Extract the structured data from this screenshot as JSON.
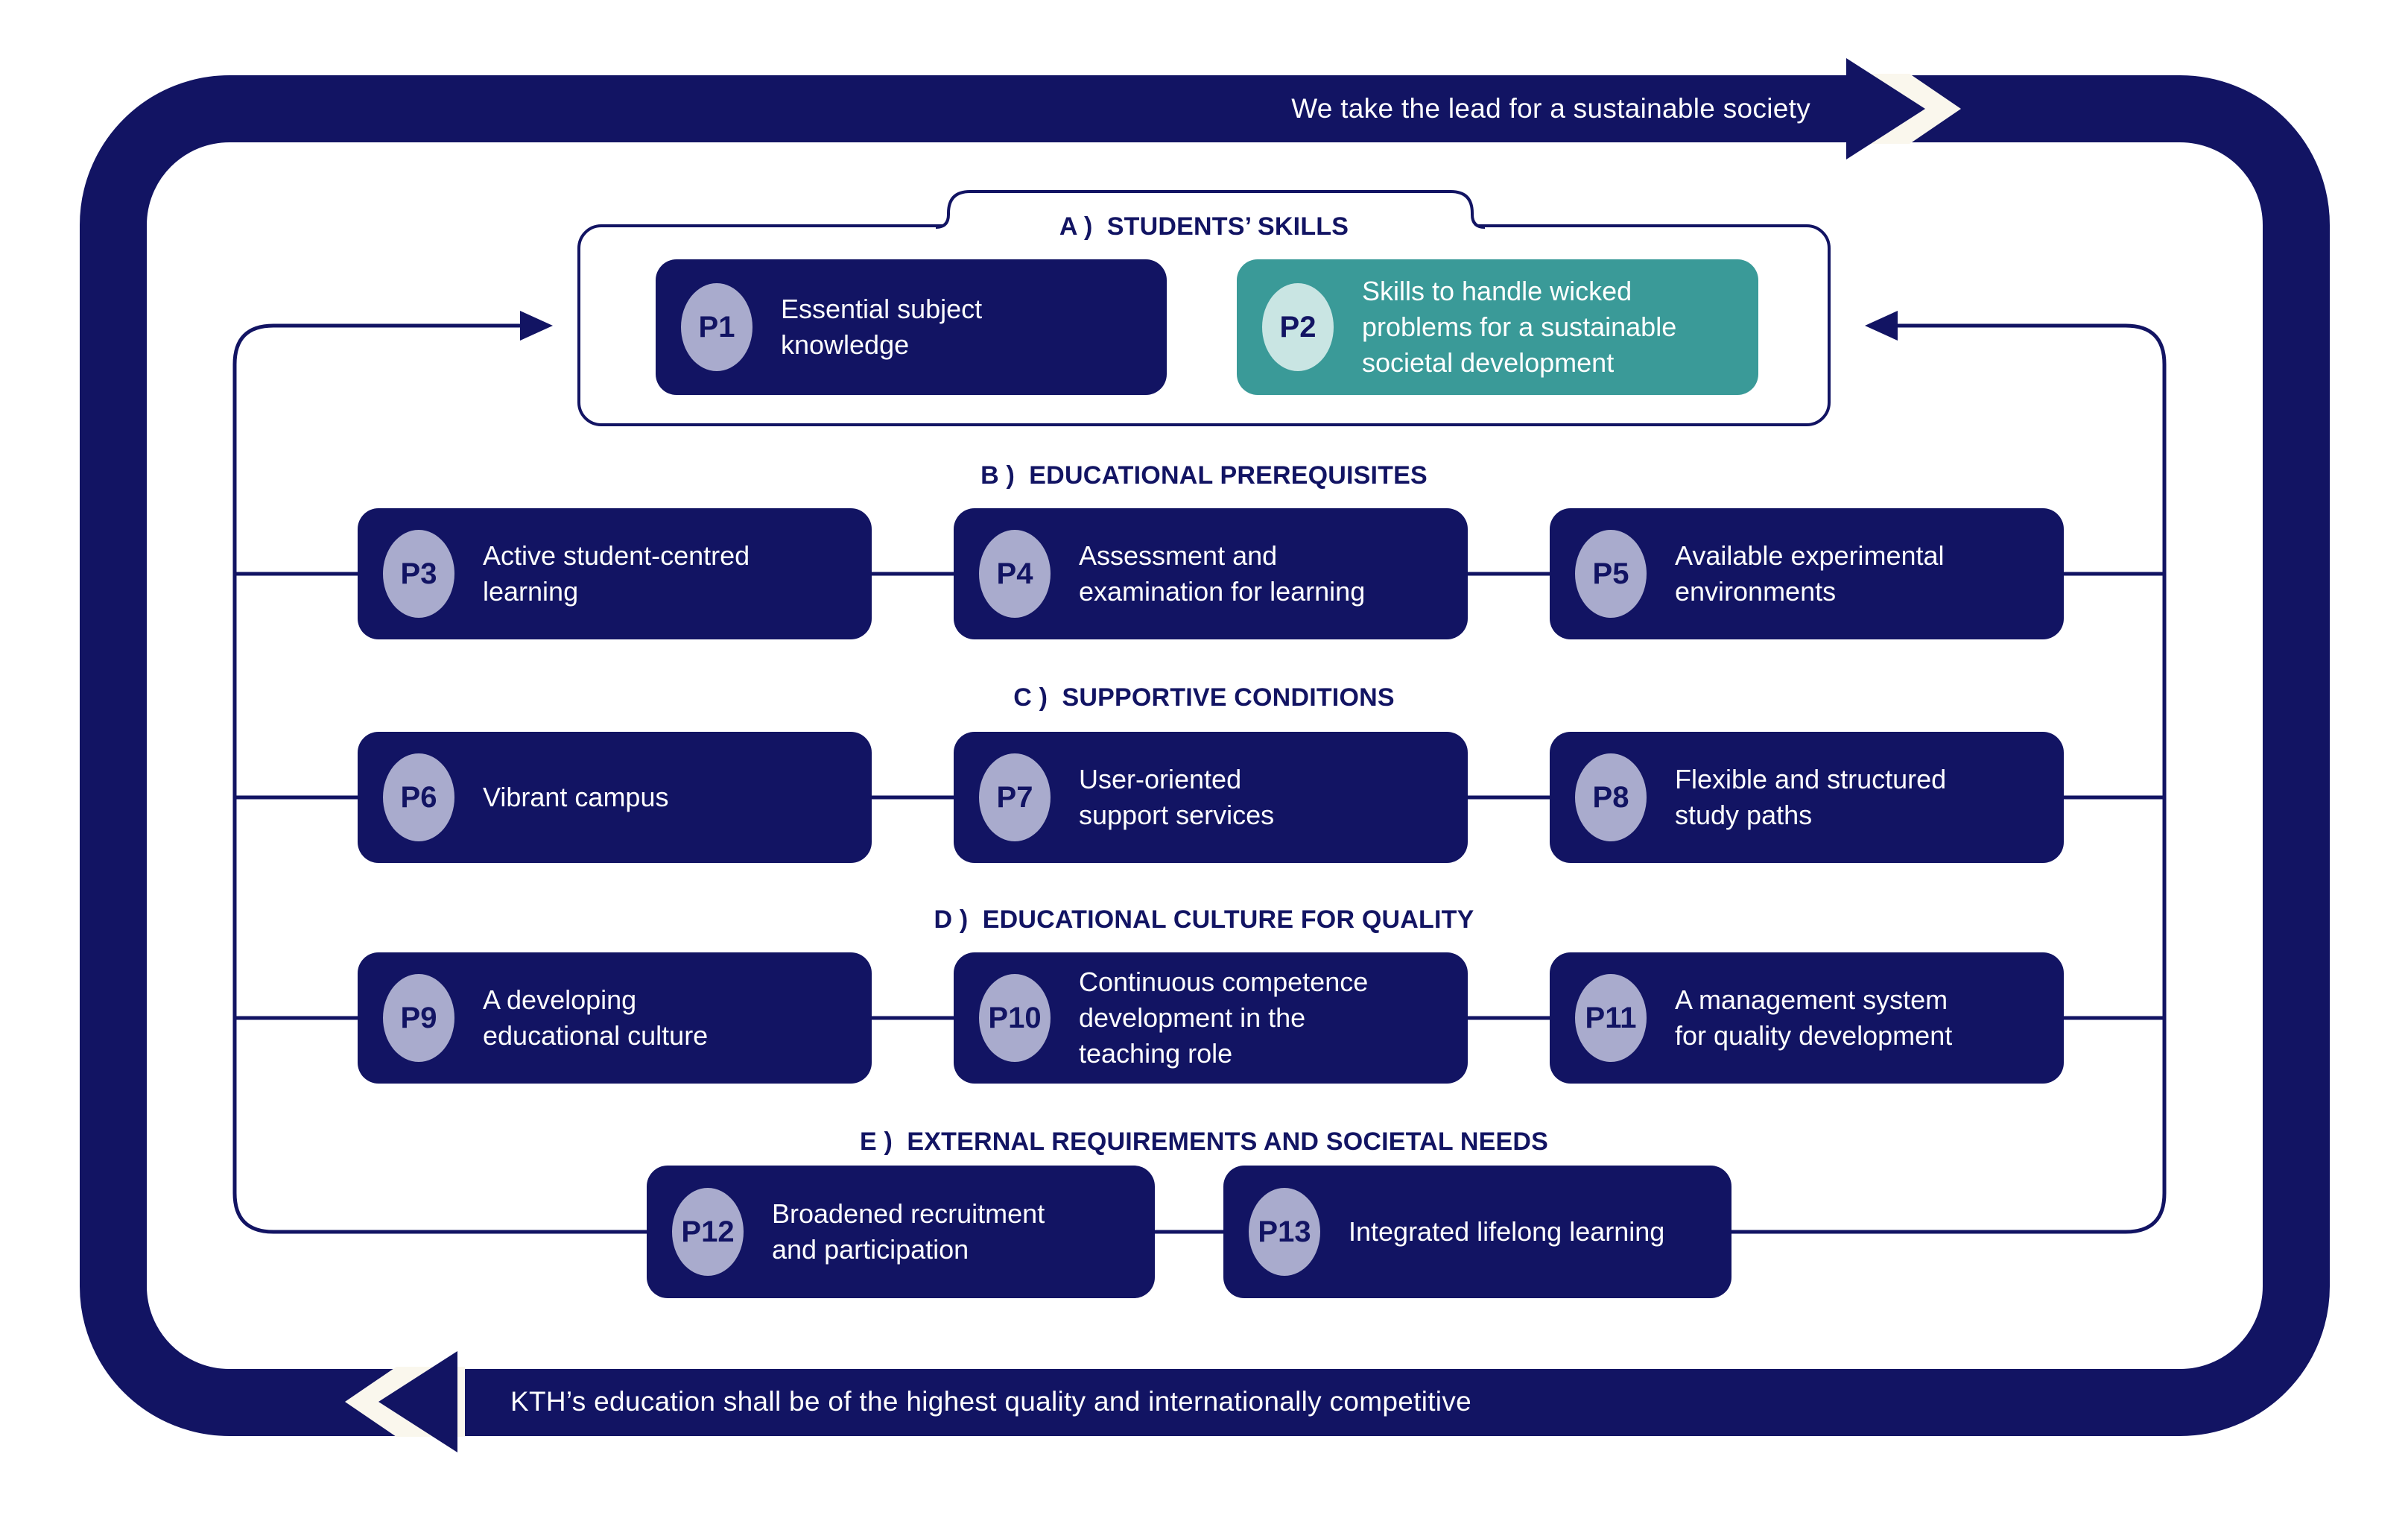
{
  "colors": {
    "navy": "#121463",
    "teal": "#3a9a98",
    "lavender": "#a9abcd",
    "pale-teal": "#c9e5e3",
    "cream": "#faf7ed",
    "white": "#ffffff"
  },
  "top_arrow": {
    "label": "We take the lead for a sustainable society"
  },
  "bottom_arrow": {
    "label": "KTH’s education shall be of the highest quality and internationally competitive"
  },
  "sections": [
    {
      "id": "A",
      "header": "A )  STUDENTS’ SKILLS",
      "items": [
        {
          "id": "P1",
          "text": "Essential subject\nknowledge",
          "variant": "navy"
        },
        {
          "id": "P2",
          "text": "Skills to handle wicked\nproblems for a sustainable\nsocietal development",
          "variant": "teal"
        }
      ]
    },
    {
      "id": "B",
      "header": "B )  EDUCATIONAL PREREQUISITES",
      "items": [
        {
          "id": "P3",
          "text": "Active student-centred\nlearning",
          "variant": "navy"
        },
        {
          "id": "P4",
          "text": "Assessment and\nexamination for learning",
          "variant": "navy"
        },
        {
          "id": "P5",
          "text": "Available experimental\nenvironments",
          "variant": "navy"
        }
      ]
    },
    {
      "id": "C",
      "header": "C )  SUPPORTIVE CONDITIONS",
      "items": [
        {
          "id": "P6",
          "text": "Vibrant campus",
          "variant": "navy"
        },
        {
          "id": "P7",
          "text": "User-oriented\nsupport services",
          "variant": "navy"
        },
        {
          "id": "P8",
          "text": "Flexible and structured\nstudy paths",
          "variant": "navy"
        }
      ]
    },
    {
      "id": "D",
      "header": "D )  EDUCATIONAL CULTURE FOR QUALITY",
      "items": [
        {
          "id": "P9",
          "text": "A developing\neducational culture",
          "variant": "navy"
        },
        {
          "id": "P10",
          "text": "Continuous competence\ndevelopment in the\nteaching role",
          "variant": "navy"
        },
        {
          "id": "P11",
          "text": "A management system\nfor quality development",
          "variant": "navy"
        }
      ]
    },
    {
      "id": "E",
      "header": "E )  EXTERNAL REQUIREMENTS AND SOCIETAL NEEDS",
      "items": [
        {
          "id": "P12",
          "text": "Broadened recruitment\nand participation",
          "variant": "navy"
        },
        {
          "id": "P13",
          "text": "Integrated lifelong learning",
          "variant": "navy"
        }
      ]
    }
  ]
}
